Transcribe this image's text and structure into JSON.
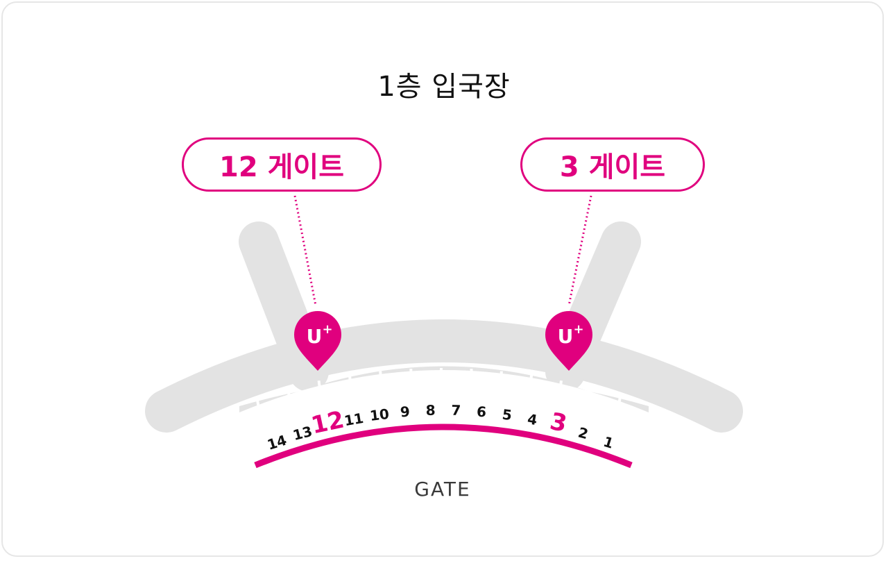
{
  "title": "1층 입국장",
  "callouts": [
    {
      "label": "12 게이트",
      "gate": "12"
    },
    {
      "label": "3 게이트",
      "gate": "3"
    }
  ],
  "pin": {
    "text": "U",
    "superscript": "+"
  },
  "gates": [
    "14",
    "13",
    "12",
    "11",
    "10",
    "9",
    "8",
    "7",
    "6",
    "5",
    "4",
    "3",
    "2",
    "1"
  ],
  "highlighted_gates": [
    "12",
    "3"
  ],
  "gate_label": "GATE",
  "colors": {
    "accent": "#e0007e",
    "building": "#e3e3e3",
    "text": "#111111"
  },
  "icons": {
    "pin": "lguplus-map-pin-icon"
  }
}
